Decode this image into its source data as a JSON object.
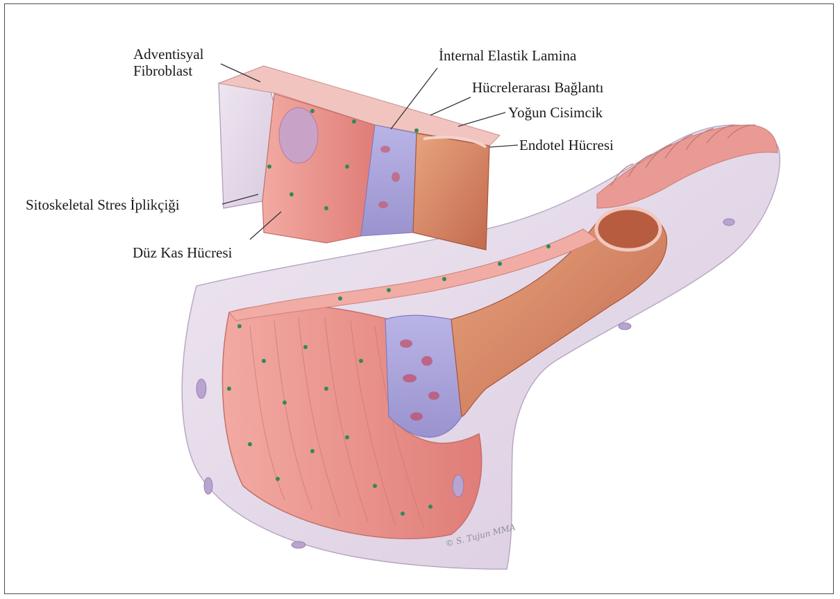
{
  "labels": {
    "adventisyal_line1": "Adventisyal",
    "adventisyal_line2": "Fibroblast",
    "internal_elastik": "İnternal Elastik Lamina",
    "hucrelerarasi": "Hücrelerarası Bağlantı",
    "yogun": "Yoğun Cisimcik",
    "endotel": "Endotel Hücresi",
    "sitoskeletal": "Sitoskeletal Stres İplikçiği",
    "duz_kas": "Düz Kas Hücresi"
  },
  "signature": "© S. Tujun MMA",
  "colors": {
    "adventitia": "#e6dbe9",
    "smooth_muscle": "#e9968f",
    "elastic_lamina": "#a9a3d9",
    "endothelium": "#d8886a",
    "nuclei": "#2f8a5a",
    "leader_line": "#333333"
  }
}
